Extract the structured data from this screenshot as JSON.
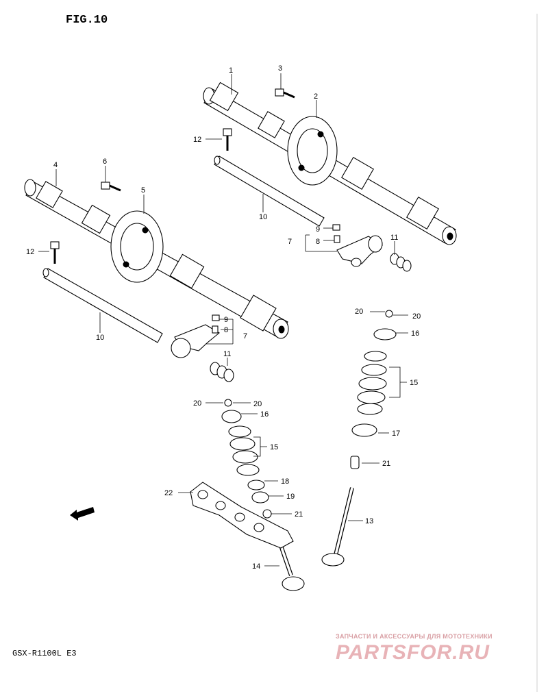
{
  "figure": {
    "title": "FIG.10",
    "model": "GSX-R1100L E3"
  },
  "fwd_label": "FWD",
  "callouts": {
    "c1": "1",
    "c2": "2",
    "c3": "3",
    "c4": "4",
    "c5": "5",
    "c6": "6",
    "c7a": "7",
    "c7b": "7",
    "c8a": "8",
    "c8b": "8",
    "c9a": "9",
    "c9b": "9",
    "c10a": "10",
    "c10b": "10",
    "c11a": "11",
    "c11b": "11",
    "c12a": "12",
    "c12b": "12",
    "c13": "13",
    "c14": "14",
    "c15a": "15",
    "c15b": "15",
    "c16a": "16",
    "c16b": "16",
    "c17": "17",
    "c18": "18",
    "c19": "19",
    "c20a": "20",
    "c20b": "20",
    "c20c": "20",
    "c20d": "20",
    "c21a": "21",
    "c21b": "21",
    "c22": "22"
  },
  "watermark": {
    "tagline": "ЗАПЧАСТИ И АКСЕССУАРЫ ДЛЯ МОТОТЕХНИКИ",
    "site": "PARTSFOR.RU"
  }
}
